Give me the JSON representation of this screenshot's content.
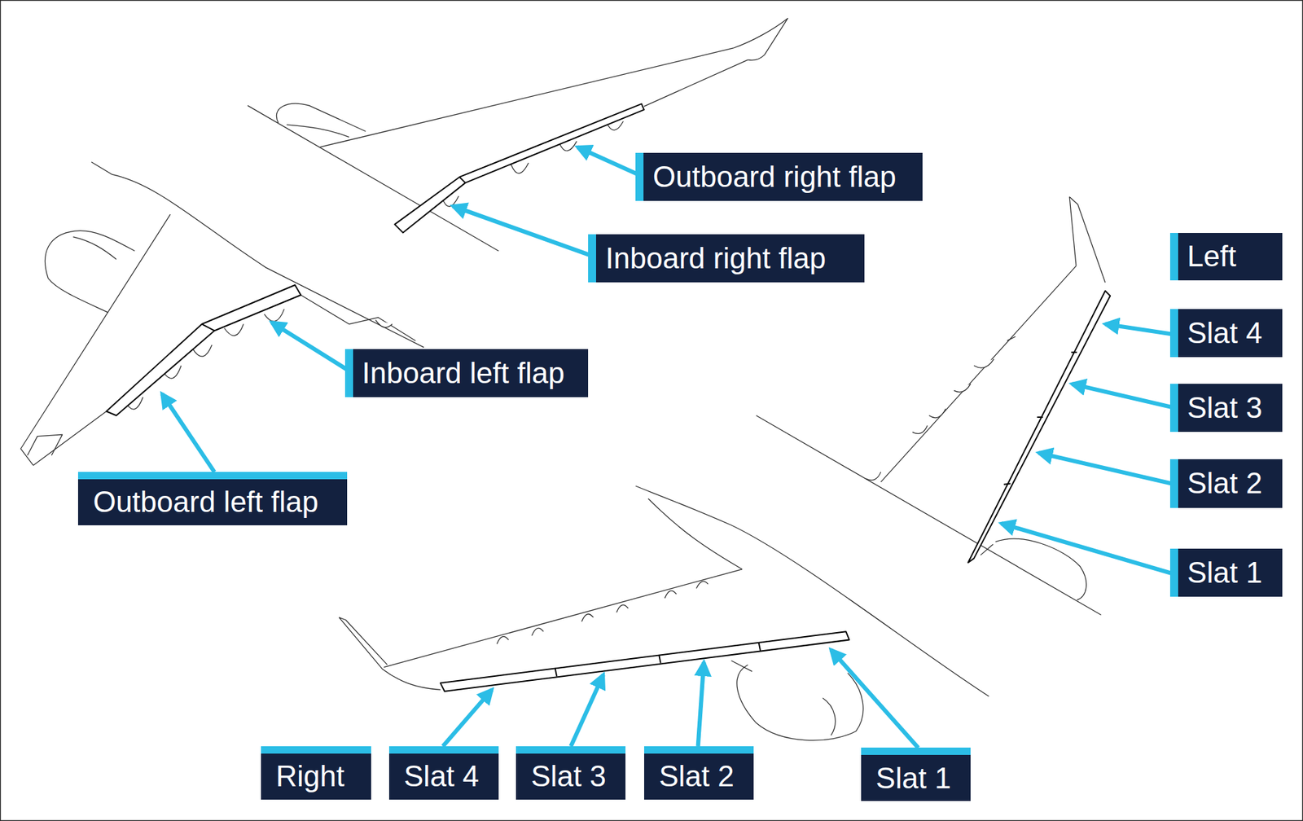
{
  "diagram": {
    "nodes": [
      {
        "text": [
          "Outboard right flap"
        ]
      },
      {
        "text": [
          "Inboard right flap"
        ]
      },
      {
        "text": [
          "Left"
        ]
      },
      {
        "text": [
          "Slat 4"
        ]
      },
      {
        "text": [
          "Inboard left flap"
        ]
      },
      {
        "text": [
          "Slat 3"
        ]
      },
      {
        "text": [
          "Slat 2"
        ]
      },
      {
        "text": [
          "Outboard left flap"
        ]
      },
      {
        "text": [
          "Slat 1"
        ]
      },
      {
        "text": [
          "Right"
        ]
      },
      {
        "text": [
          "Slat 4"
        ]
      },
      {
        "text": [
          "Slat 3"
        ]
      },
      {
        "text": [
          "Slat 2"
        ]
      },
      {
        "text": [
          "Slat 1"
        ]
      }
    ]
  }
}
